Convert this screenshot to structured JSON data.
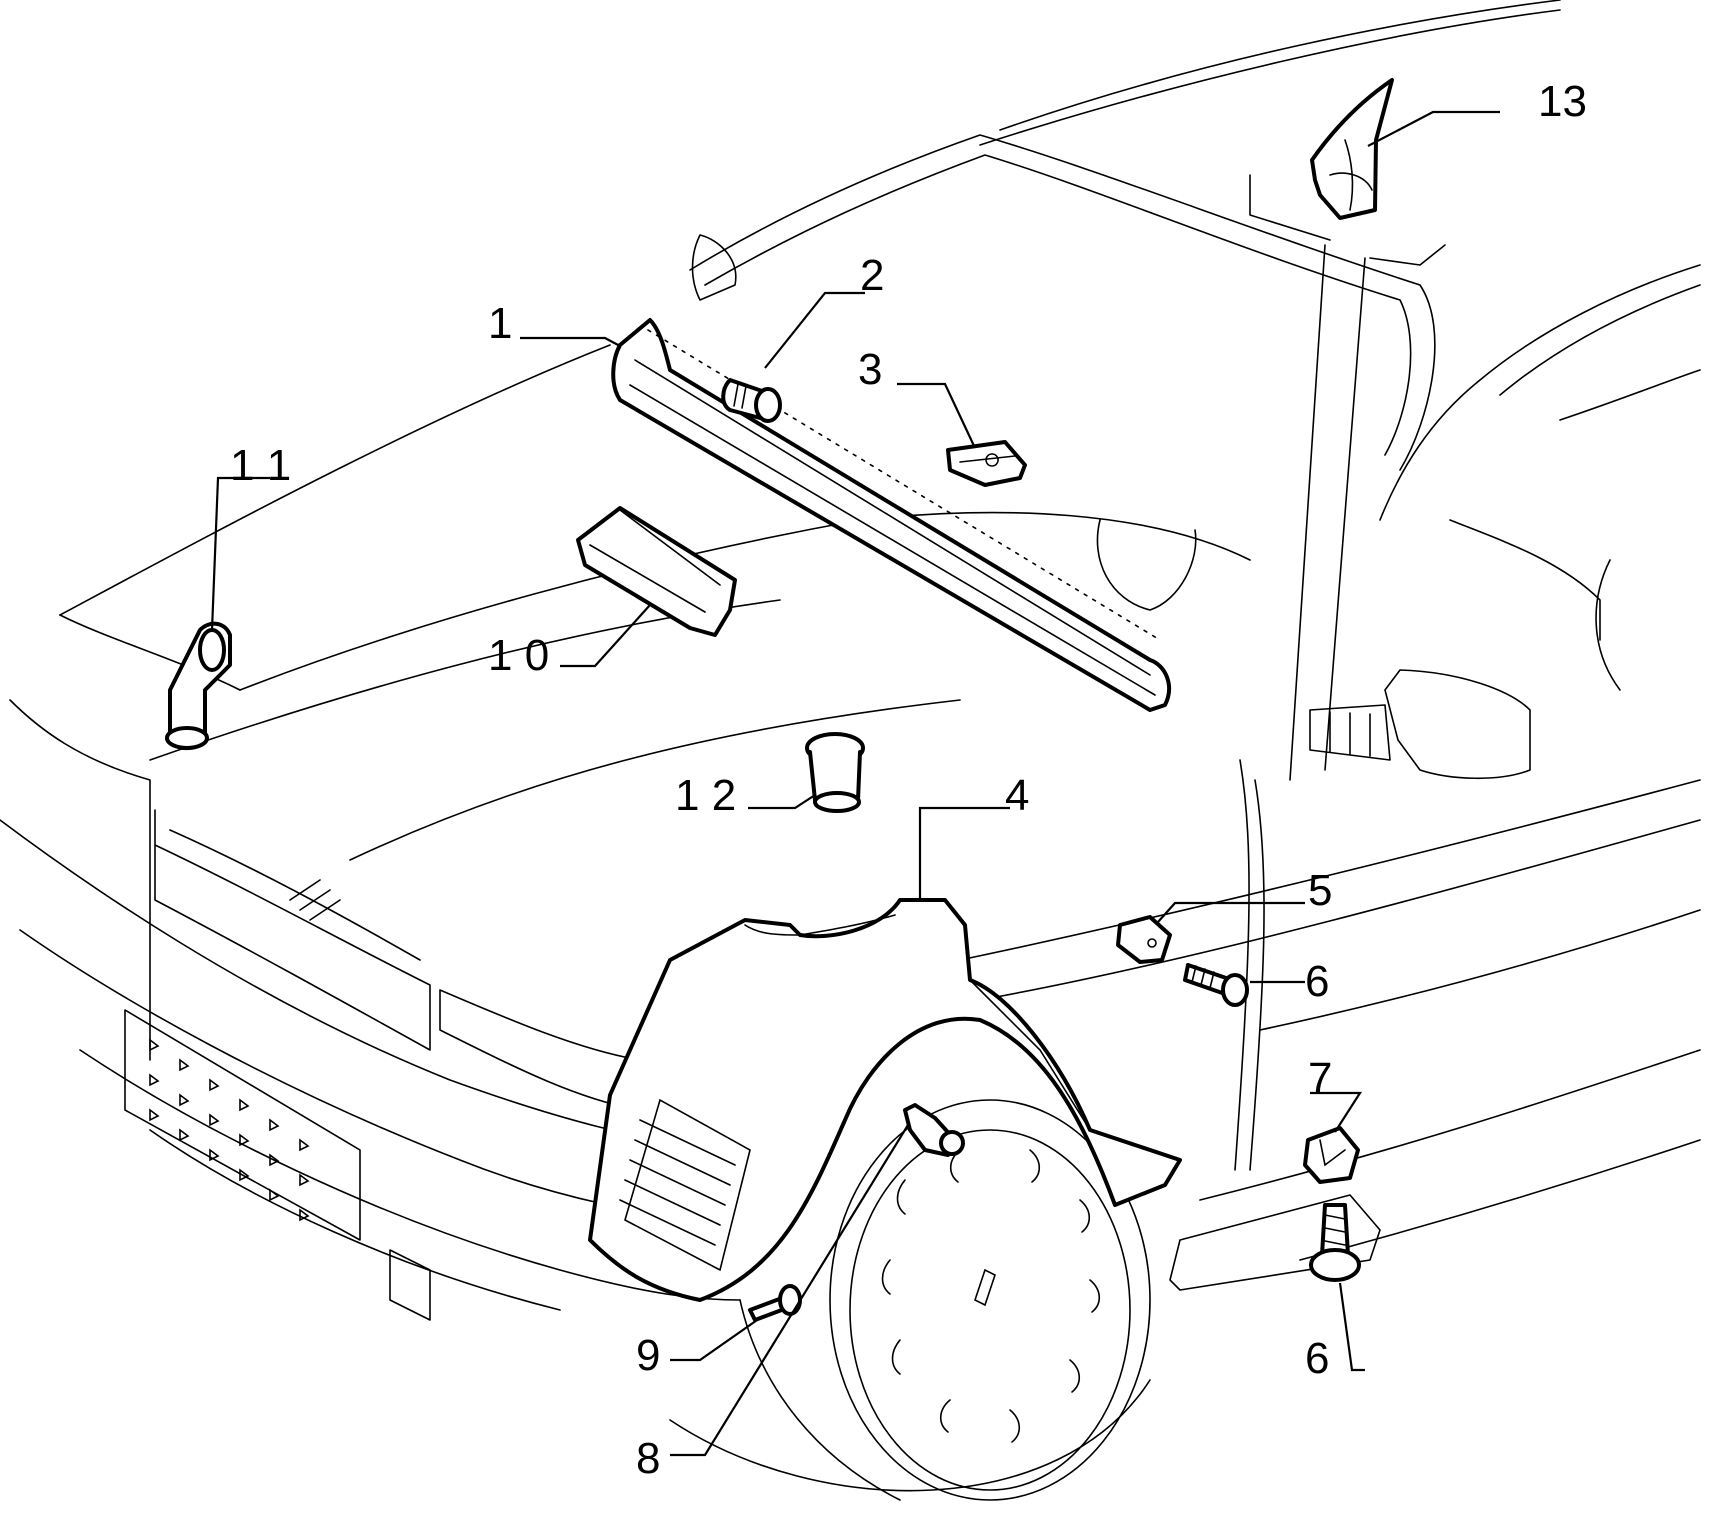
{
  "callouts": [
    {
      "id": "1",
      "text": "1"
    },
    {
      "id": "2",
      "text": "2"
    },
    {
      "id": "3",
      "text": "3"
    },
    {
      "id": "4",
      "text": "4"
    },
    {
      "id": "5",
      "text": "5"
    },
    {
      "id": "6a",
      "text": "6"
    },
    {
      "id": "6b",
      "text": "6"
    },
    {
      "id": "7",
      "text": "7"
    },
    {
      "id": "8",
      "text": "8"
    },
    {
      "id": "9",
      "text": "9"
    },
    {
      "id": "10",
      "text": "1 0"
    },
    {
      "id": "11",
      "text": "1 1"
    },
    {
      "id": "12",
      "text": "1 2"
    },
    {
      "id": "13",
      "text": "13"
    }
  ]
}
